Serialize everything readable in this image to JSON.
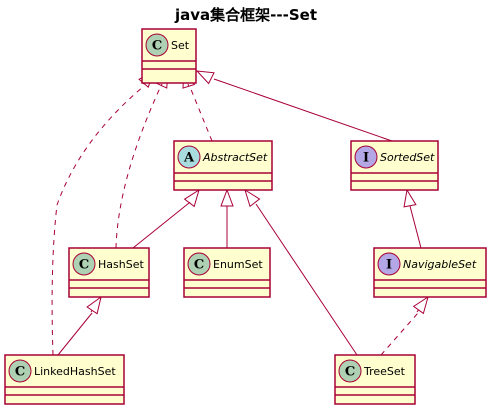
{
  "diagram": {
    "title": "java集合框架---Set",
    "badge_colors": {
      "class": "#ADD1B2",
      "abstract": "#A9DCDF",
      "interface": "#B4A7E5"
    },
    "nodes": [
      {
        "id": "set",
        "label": "Set",
        "kind": "class",
        "badge": "C"
      },
      {
        "id": "abstractset",
        "label": "AbstractSet",
        "kind": "abstract",
        "badge": "A"
      },
      {
        "id": "sortedset",
        "label": "SortedSet",
        "kind": "interface",
        "badge": "I"
      },
      {
        "id": "hashset",
        "label": "HashSet",
        "kind": "class",
        "badge": "C"
      },
      {
        "id": "enumset",
        "label": "EnumSet",
        "kind": "class",
        "badge": "C"
      },
      {
        "id": "navigableset",
        "label": "NavigableSet",
        "kind": "interface",
        "badge": "I"
      },
      {
        "id": "linkedhashset",
        "label": "LinkedHashSet",
        "kind": "class",
        "badge": "C"
      },
      {
        "id": "treeset",
        "label": "TreeSet",
        "kind": "class",
        "badge": "C"
      }
    ],
    "edges": [
      {
        "from": "abstractset",
        "to": "set",
        "style": "dashed"
      },
      {
        "from": "sortedset",
        "to": "set",
        "style": "solid"
      },
      {
        "from": "hashset",
        "to": "set",
        "style": "dashed"
      },
      {
        "from": "linkedhashset",
        "to": "set",
        "style": "dashed"
      },
      {
        "from": "hashset",
        "to": "abstractset",
        "style": "solid"
      },
      {
        "from": "enumset",
        "to": "abstractset",
        "style": "solid"
      },
      {
        "from": "treeset",
        "to": "abstractset",
        "style": "solid"
      },
      {
        "from": "navigableset",
        "to": "sortedset",
        "style": "solid"
      },
      {
        "from": "linkedhashset",
        "to": "hashset",
        "style": "solid"
      },
      {
        "from": "treeset",
        "to": "navigableset",
        "style": "dashed"
      }
    ]
  }
}
